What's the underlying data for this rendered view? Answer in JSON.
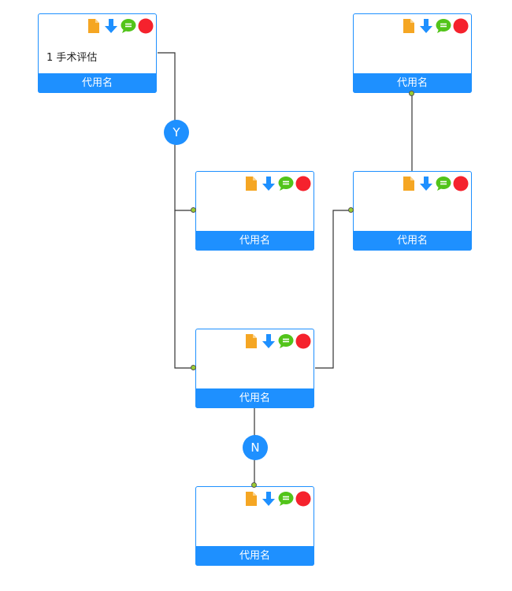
{
  "nodes": [
    {
      "id": "n1",
      "text": "1 手术评估",
      "footer": "代用名"
    },
    {
      "id": "n2",
      "text": "",
      "footer": "代用名"
    },
    {
      "id": "n3",
      "text": "",
      "footer": "代用名"
    },
    {
      "id": "n4",
      "text": "",
      "footer": "代用名"
    },
    {
      "id": "n5",
      "text": "",
      "footer": "代用名"
    },
    {
      "id": "n6",
      "text": "",
      "footer": "代用名"
    }
  ],
  "badges": {
    "yes": "Y",
    "no": "N"
  },
  "toolbar_icons": [
    "document-icon",
    "download-arrow-icon",
    "comment-icon",
    "delete-circle-icon"
  ],
  "colors": {
    "primary": "#1e90ff",
    "document": "#f5a623",
    "comment": "#52c41a",
    "delete": "#f5222d",
    "wire": "#333333",
    "port": "#9acd32"
  }
}
